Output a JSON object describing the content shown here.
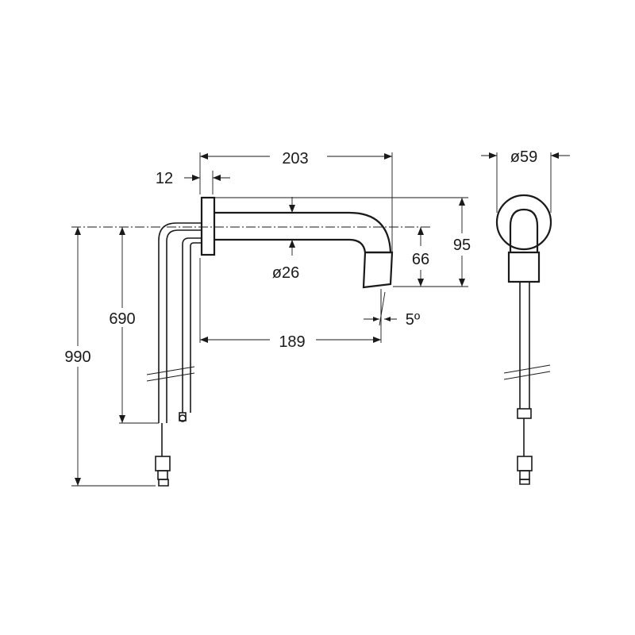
{
  "dimensions": {
    "d203": "203",
    "d12": "12",
    "d95": "95",
    "d66": "66",
    "d26": "ø26",
    "d690": "690",
    "d990": "990",
    "d189": "189",
    "angle5": "5º",
    "d59": "ø59"
  }
}
